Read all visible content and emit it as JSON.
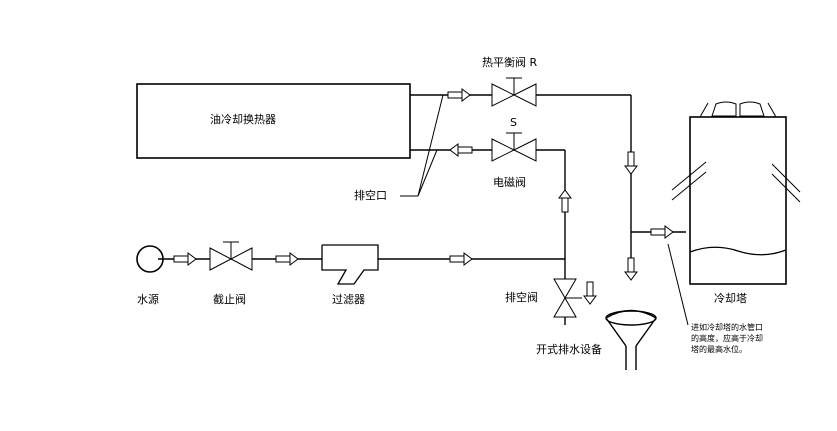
{
  "labels": {
    "heat_exchanger": "油冷却换热器",
    "thermal_balance_valve": "热平衡阀 R",
    "solenoid_valve_tag": "S",
    "solenoid_valve": "电磁阀",
    "vent_port": "排空口",
    "water_source": "水源",
    "stop_valve": "截止阀",
    "filter": "过滤器",
    "drain_valve": "排空阀",
    "open_drain_device": "开式排水设备",
    "cooling_tower": "冷却塔"
  },
  "note": {
    "lines": [
      "进如冷却塔的水管口",
      "的高度，应高于冷却",
      "塔的最高水位。"
    ]
  }
}
